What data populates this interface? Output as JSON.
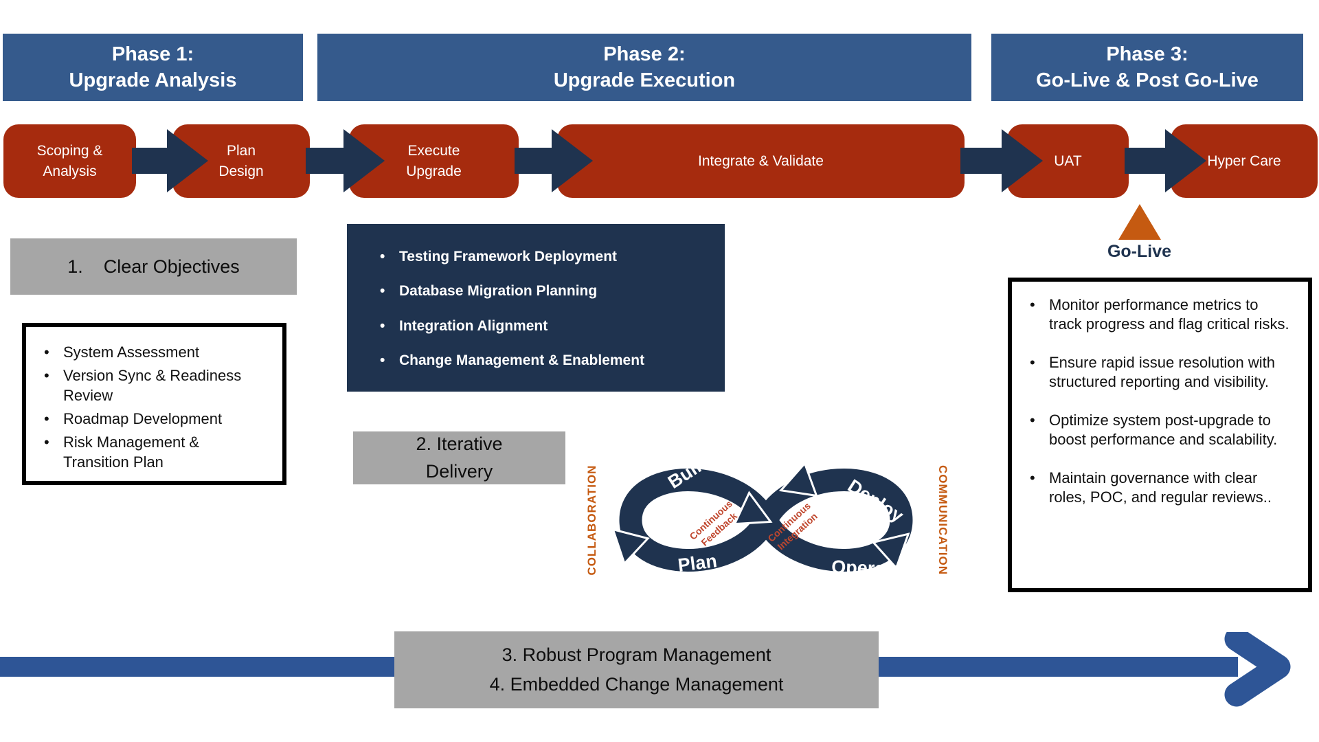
{
  "colors": {
    "header_blue": "#355A8C",
    "step_red": "#A62B0E",
    "navy": "#1F334F",
    "gray": "#A6A6A6",
    "orange": "#C55A11",
    "loop_center_red": "#C0472E",
    "arrow_blue": "#2E5596"
  },
  "phases": [
    {
      "line1": "Phase 1:",
      "line2": "Upgrade Analysis"
    },
    {
      "line1": "Phase 2:",
      "line2": "Upgrade Execution"
    },
    {
      "line1": "Phase 3:",
      "line2": "Go-Live & Post Go-Live"
    }
  ],
  "steps": [
    {
      "lines": [
        "Scoping &",
        "Analysis"
      ]
    },
    {
      "lines": [
        "Plan",
        "Design"
      ]
    },
    {
      "lines": [
        "Execute",
        "Upgrade"
      ]
    },
    {
      "lines": [
        "Integrate & Validate"
      ]
    },
    {
      "lines": [
        "UAT"
      ]
    },
    {
      "lines": [
        "Hyper Care"
      ]
    }
  ],
  "factor1": {
    "number": "1.",
    "label": "Clear Objectives"
  },
  "phase1_box": {
    "bullets": [
      "System Assessment",
      "Version Sync &  Readiness Review",
      "Roadmap Development",
      "Risk Management & Transition Plan"
    ]
  },
  "phase2_box": {
    "bullets": [
      "Testing Framework Deployment",
      "Database Migration Planning",
      "Integration Alignment",
      "Change Management & Enablement"
    ]
  },
  "factor2": {
    "lines": [
      "2. Iterative",
      "Delivery"
    ]
  },
  "devops_loop": {
    "build": "Build",
    "plan": "Plan",
    "deploy": "Deploy",
    "operate": "Operate",
    "center_left": [
      "Continuous",
      "Feedback"
    ],
    "center_right": [
      "Continuous",
      "Integration"
    ],
    "side_left": "COLLABORATION",
    "side_right": "COMMUNICATION"
  },
  "go_live": {
    "label": "Go-Live"
  },
  "phase3_box": {
    "bullets": [
      "Monitor performance metrics to track progress and flag critical risks.",
      "Ensure rapid issue resolution with structured reporting and visibility.",
      "Optimize system post-upgrade to boost performance and scalability.",
      "Maintain governance with clear roles, POC, and regular reviews.."
    ]
  },
  "factors34": {
    "lines": [
      "3. Robust Program Management",
      "4. Embedded Change Management"
    ]
  }
}
